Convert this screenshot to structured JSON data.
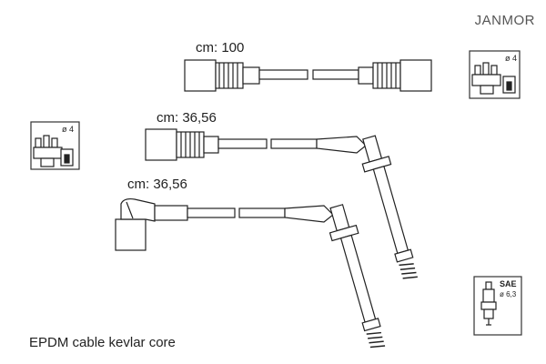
{
  "brand": "JANMOR",
  "footer": "EPDM cable kevlar core",
  "cables": [
    {
      "label": "cm: 100"
    },
    {
      "label": "cm: 36,56"
    },
    {
      "label": "cm: 36,56"
    }
  ],
  "cap_icon_right": {
    "diameter": "ø 4"
  },
  "cap_icon_left": {
    "diameter": "ø 4"
  },
  "plug_icon": {
    "standard": "SAE",
    "diameter": "ø 6,3"
  }
}
